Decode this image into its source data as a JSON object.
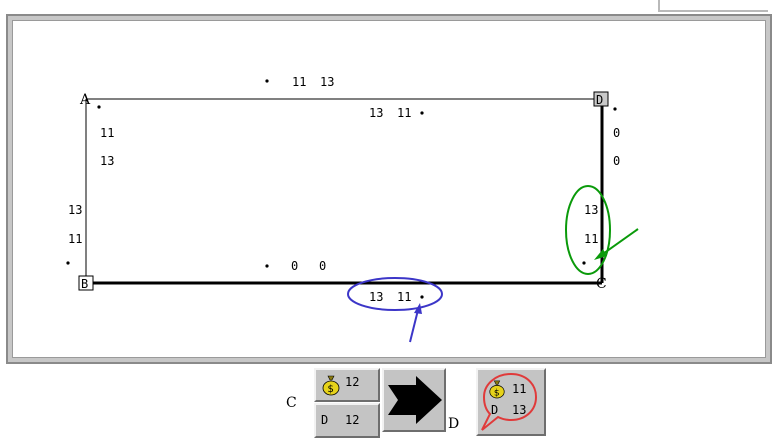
{
  "graph": {
    "vertices": {
      "A": {
        "label": "A"
      },
      "B": {
        "label": "B"
      },
      "C": {
        "label": "C"
      },
      "D": {
        "label": "D"
      }
    },
    "edges": {
      "AD": {
        "near_A": [
          "11",
          "13"
        ],
        "near_D": [
          "13",
          "11"
        ]
      },
      "AB": {
        "near_A": [
          "11",
          "13"
        ],
        "near_B": [
          "13",
          "11"
        ]
      },
      "BC": {
        "near_B": [
          "0",
          "0"
        ],
        "near_C": [
          "13",
          "11"
        ]
      },
      "DC": {
        "near_D": [
          "0",
          "0"
        ],
        "near_C": [
          "13",
          "11"
        ]
      }
    }
  },
  "controls": {
    "left_label": "C",
    "coin_top_value": "12",
    "coin_bottom_letter": "D",
    "coin_bottom_value": "12",
    "arrow_label": "D",
    "bubble_value": "11",
    "bubble_letter": "D",
    "bubble_value2": "13"
  },
  "colors": {
    "annotation_green": "#0a9a0a",
    "annotation_blue": "#3c36c8",
    "bubble_red": "#e03a3a"
  }
}
